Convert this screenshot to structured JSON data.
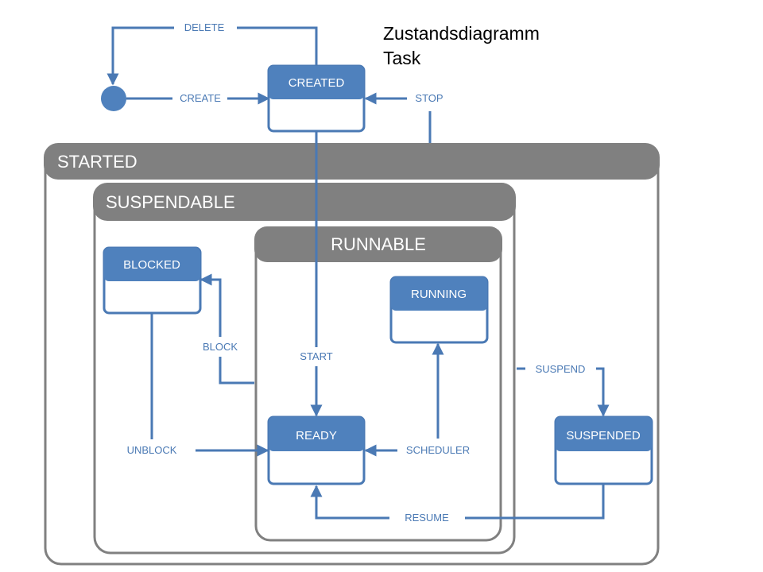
{
  "title": {
    "line1": "Zustandsdiagramm",
    "line2": "Task"
  },
  "groups": {
    "started": "STARTED",
    "suspendable": "SUSPENDABLE",
    "runnable": "RUNNABLE"
  },
  "states": {
    "created": "CREATED",
    "blocked": "BLOCKED",
    "running": "RUNNING",
    "ready": "READY",
    "suspended": "SUSPENDED"
  },
  "transitions": {
    "delete": "DELETE",
    "create": "CREATE",
    "stop": "STOP",
    "block": "BLOCK",
    "start": "START",
    "suspend": "SUSPEND",
    "unblock": "UNBLOCK",
    "scheduler": "SCHEDULER",
    "resume": "RESUME"
  },
  "colors": {
    "state_fill": "#4f81bd",
    "edge": "#4a79b4",
    "group": "#808080"
  }
}
